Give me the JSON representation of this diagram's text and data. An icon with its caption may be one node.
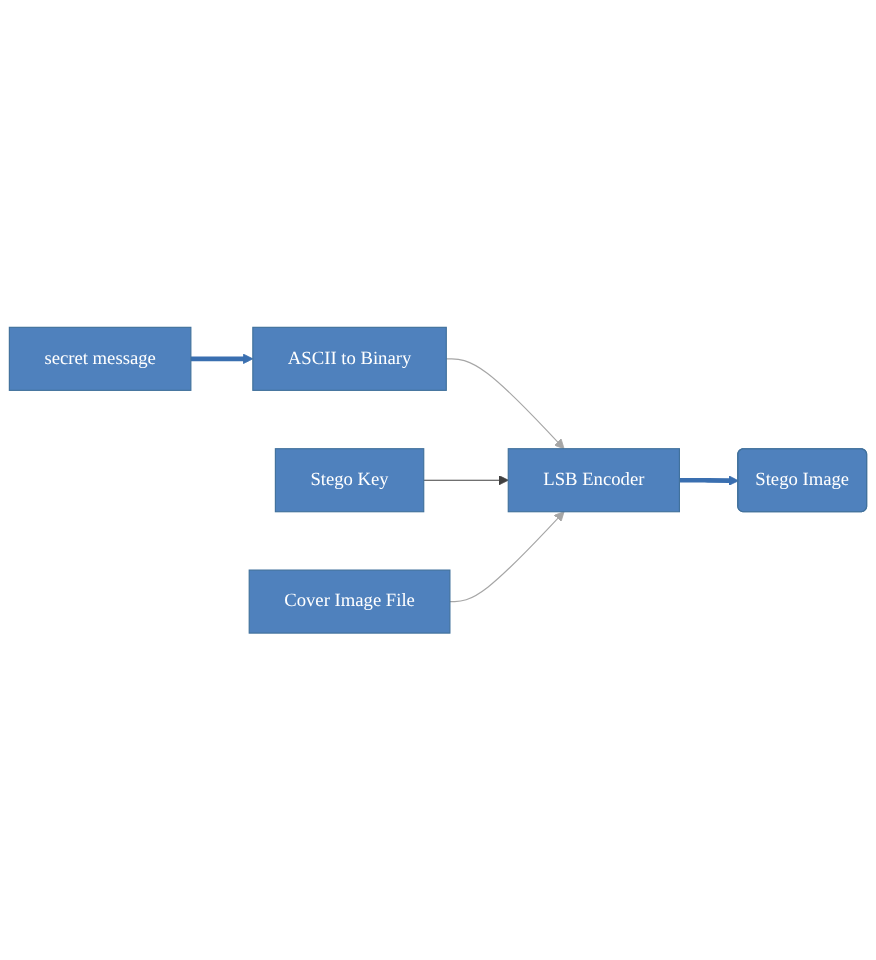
{
  "diagram": {
    "nodes": [
      {
        "text": [
          "secret message"
        ]
      },
      {
        "text": [
          "ASCII to Binary"
        ]
      },
      {
        "text": [
          "Stego Key"
        ]
      },
      {
        "text": [
          "Cover Image File"
        ]
      },
      {
        "text": [
          "LSB Encoder"
        ]
      },
      {
        "text": [
          "Stego Image"
        ]
      }
    ],
    "edges": [
      {
        "from": 0,
        "to": 1,
        "arrow": "to",
        "style": "thick",
        "color": "#3a6fb0"
      },
      {
        "from": 1,
        "to": 4,
        "arrow": "to",
        "color": "#a6a6a6"
      },
      {
        "from": 2,
        "to": 4,
        "arrow": "to",
        "color": "#404040"
      },
      {
        "from": 3,
        "to": 4,
        "arrow": "to",
        "color": "#a6a6a6"
      },
      {
        "from": 4,
        "to": 5,
        "arrow": "to",
        "style": "thick",
        "color": "#3a6fb0"
      }
    ]
  }
}
